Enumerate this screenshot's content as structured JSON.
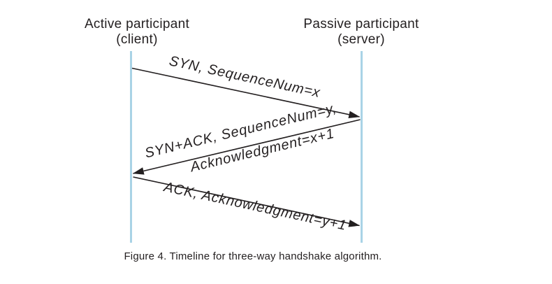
{
  "diagram": {
    "left_actor": {
      "line1": "Active participant",
      "line2": "(client)"
    },
    "right_actor": {
      "line1": "Passive participant",
      "line2": "(server)"
    },
    "messages": [
      {
        "label": "SYN, SequenceNum=x",
        "from": "client",
        "to": "server"
      },
      {
        "label_line1": "SYN+ACK, SequenceNum=y,",
        "label_line2": "Acknowledgment=x+1",
        "from": "server",
        "to": "client"
      },
      {
        "label": "ACK, Acknowledgment=y+1",
        "from": "client",
        "to": "server"
      }
    ],
    "caption": "Figure 4. Timeline for three-way handshake algorithm.",
    "colors": {
      "timeline": "#a9d3e6",
      "arrow": "#231f20",
      "text": "#231f20",
      "background": "#ffffff"
    }
  }
}
